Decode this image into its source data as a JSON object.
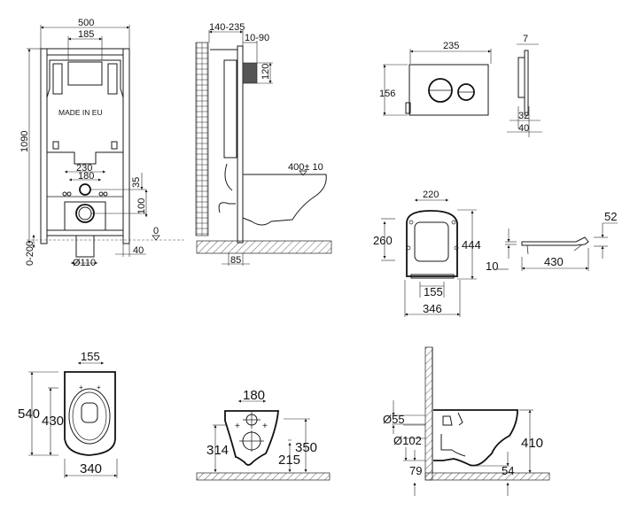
{
  "drawing": {
    "frame_front": {
      "width": "500",
      "button_width": "185",
      "height": "1090",
      "label": "MADE IN EU",
      "bolt_spacing_outer": "230",
      "bolt_spacing_inner": "180",
      "inlet_offset": "35",
      "outlet_offset": "100",
      "zero_level": "0",
      "foot_offset": "40",
      "foot_adjust": "0-200",
      "drain_diameter": "Ø110"
    },
    "frame_side": {
      "wall_depth": "140-235",
      "panel_depth": "10-90",
      "button_height": "120",
      "seat_height": "400± 10",
      "drain_offset": "85"
    },
    "flush_plate": {
      "width": "235",
      "height": "156",
      "thickness": "7",
      "depth_inner": "32",
      "depth_outer": "40"
    },
    "seat_top": {
      "width_top": "220",
      "height_inner": "260",
      "length": "444",
      "hinge_spacing": "155",
      "width": "346",
      "thickness": "10"
    },
    "seat_side": {
      "height": "52",
      "thickness": "10",
      "length": "430"
    },
    "bowl_top": {
      "bolt_spacing": "155",
      "length": "540",
      "seat_length": "430",
      "width": "340"
    },
    "bowl_front": {
      "bolt_spacing": "180",
      "height_holes": "314",
      "height_total": "350",
      "outlet_height": "215"
    },
    "bowl_side": {
      "inlet_diameter": "Ø55",
      "outlet_diameter": "Ø102",
      "outlet_floor": "79",
      "bowl_height": "410",
      "bowl_bottom": "54"
    }
  }
}
